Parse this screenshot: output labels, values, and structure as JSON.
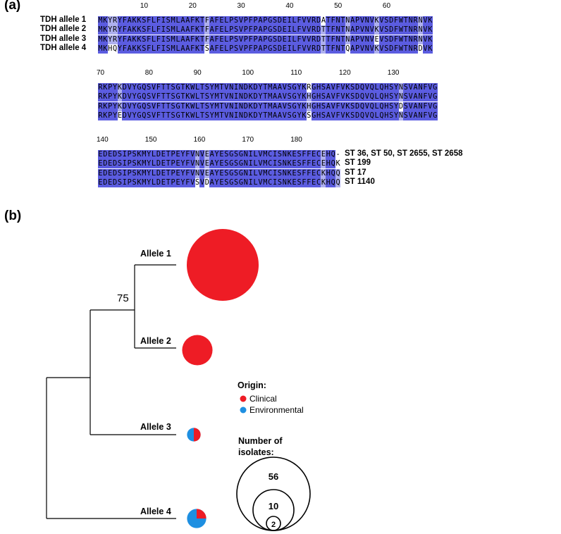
{
  "panel_a": {
    "label": "(a)",
    "colors": {
      "conserved": "#5b5ce0",
      "partial": "#aeb0ee",
      "unique": "#ffffff"
    },
    "row_labels": [
      "TDH allele 1",
      "TDH allele 2",
      "TDH allele 3",
      "TDH allele 4"
    ],
    "blocks": [
      {
        "start": 1,
        "ticks": [
          10,
          20,
          30,
          40,
          50,
          60
        ],
        "rows": [
          "MKYRYFAKKSFLFISMLAAFKTFAFELPSVPFPAPGSDEILFVVRDATFNTNAPVNVKVSDFWTNRNVK",
          "MKYRYFAKKSFLFISMLAAFKTFAFELPSVPFPAPGSDEILFVVRDTTFNTNAPVNVKVSDFWTNRNVK",
          "MKYRYFAKKSFLFISMLAAFKTFAFELPSVPFPAPGSDEILFVVRDTTFNTNAPVNVEVSDFWTNRNVK",
          "MKHQYFAKKSFLFISMLAAFKTSAFELPSVPFPAPGSDEILFVVRDTTFNTQAPVNVKVSDFWTNRDVK"
        ]
      },
      {
        "start": 70,
        "ticks": [
          70,
          80,
          90,
          100,
          110,
          120,
          130
        ],
        "rows": [
          "RKPYKDVYGQSVFTTSGTKWLTSYMTVNINDKDYTMAAVSGYKRGHSAVFVKSDQVQLQHSYNSVANFVG",
          "RKPYKDVYGQSVFTTSGTKWLTSYMTVNINDKDYTMAAVSGYKHGHSAVFVKSDQVQLQHSYNSVANFVG",
          "RKPYKDVYGQSVFTTSGTKWLTSYMTVNINDKDYTMAAVSGYKHGHSAVFVKSDQVQLQHSYDSVANFVG",
          "RKPYEDVYGQSVFTTSGTKWLTSYMTVNINDKDYTMAAVSGYKSGHSAVFVKSDQVQLQHSYNSVANFVG"
        ]
      },
      {
        "start": 140,
        "ticks": [
          140,
          150,
          160,
          170,
          180
        ],
        "rows": [
          "EDEDSIPSKMYLDETPEYFVNVEAYESGSGNILVMCISNKESFFECEHQ-",
          "EDEDSIPSKMYLDETPEYFVNVEAYESGSGNILVMCISNKESFFECEHQK",
          "EDEDSIPSKMYLDETPEYFVNVEAYESGSGNILVMCISNKESFFECKHQQ",
          "EDEDSIPSKMYLDETPEYFVSVDAYESGSGNILVMCISNKESFFECKHQQ"
        ]
      }
    ],
    "st_labels": [
      "ST 36, ST 50, ST 2655, ST 2658",
      "ST 199",
      "ST 17",
      "ST 1140"
    ]
  },
  "panel_b": {
    "label": "(b)",
    "bootstrap": "75",
    "alleles": [
      {
        "name": "Allele 1",
        "isolates": 56,
        "clinical_fraction": 1.0
      },
      {
        "name": "Allele 2",
        "isolates": 10,
        "clinical_fraction": 1.0
      },
      {
        "name": "Allele 3",
        "isolates": 2,
        "clinical_fraction": 0.5
      },
      {
        "name": "Allele 4",
        "isolates": 4,
        "clinical_fraction": 0.25
      }
    ],
    "legend": {
      "origin_title": "Origin:",
      "origin_items": [
        {
          "label": "Clinical",
          "color": "#ee1c25"
        },
        {
          "label": "Environmental",
          "color": "#1e8fe1"
        }
      ],
      "size_title_line1": "Number of",
      "size_title_line2": "isolates:",
      "size_values": [
        "56",
        "10",
        "2"
      ]
    }
  }
}
